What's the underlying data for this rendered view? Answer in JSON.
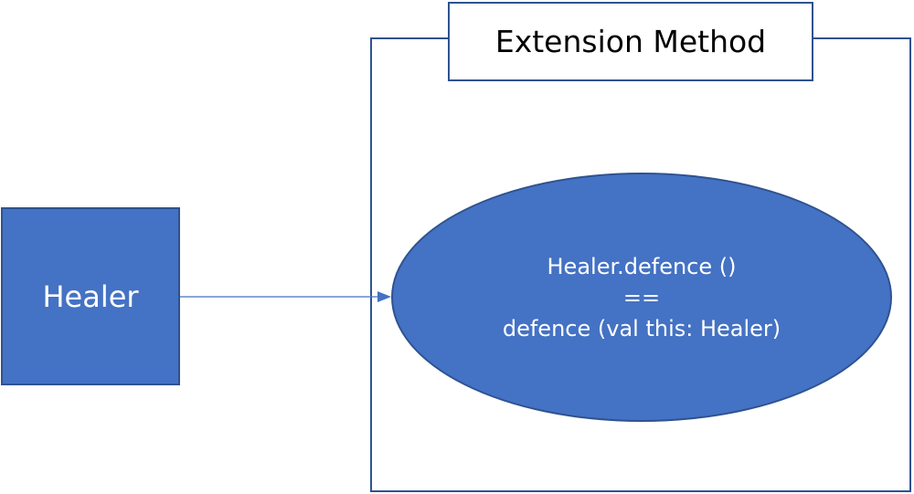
{
  "title_box": {
    "label": "Extension Method"
  },
  "source_node": {
    "label": "Healer"
  },
  "target_node": {
    "lines": [
      "Healer.defence ()",
      "==",
      "defence (val this: Healer)"
    ]
  },
  "colors": {
    "node_fill": "#4472c4",
    "node_stroke": "#2f528f",
    "text_on_node": "#ffffff",
    "title_text": "#000000"
  }
}
